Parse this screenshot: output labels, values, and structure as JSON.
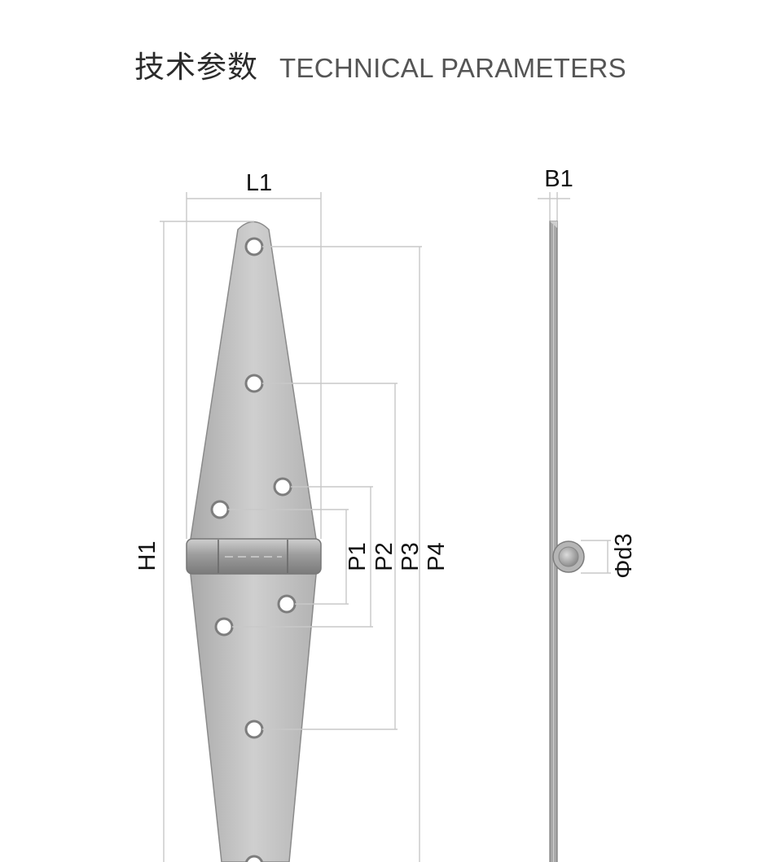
{
  "header": {
    "title_cn": "技术参数",
    "title_en": "TECHNICAL PARAMETERS"
  },
  "labels": {
    "L1": "L1",
    "B1": "B1",
    "H1": "H1",
    "P1": "P1",
    "P2": "P2",
    "P3": "P3",
    "P4": "P4",
    "d3": "Φd3"
  },
  "colors": {
    "background": "#ffffff",
    "hinge_fill": "#bdbdbd",
    "hinge_outline": "#8a8a8a",
    "dimension_line": "#c8c8c8",
    "hole_fill": "#ffffff",
    "label_text": "#111111"
  }
}
